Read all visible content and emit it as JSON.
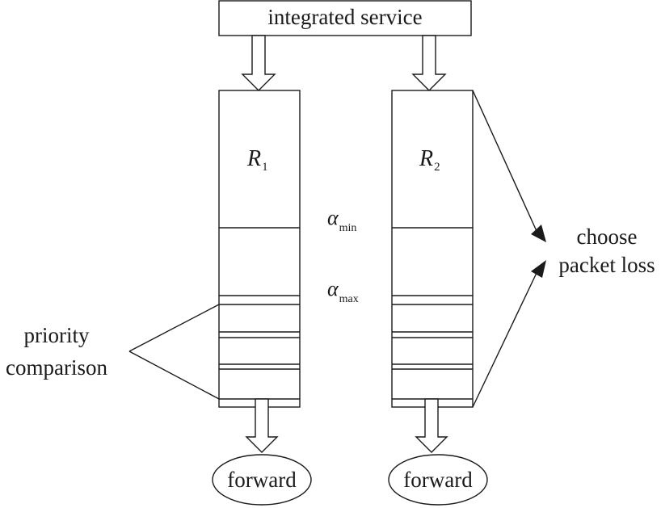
{
  "top_box": {
    "label": "integrated service"
  },
  "queue1": {
    "label": "R",
    "subscript": "1"
  },
  "queue2": {
    "label": "R",
    "subscript": "2"
  },
  "thresholds": {
    "min": {
      "symbol": "α",
      "subscript": "min"
    },
    "max": {
      "symbol": "α",
      "subscript": "max"
    }
  },
  "left_note": {
    "line1": "priority",
    "line2": "comparison"
  },
  "right_note": {
    "line1": "choose",
    "line2": "packet loss"
  },
  "outputs": {
    "left": "forward",
    "right": "forward"
  }
}
